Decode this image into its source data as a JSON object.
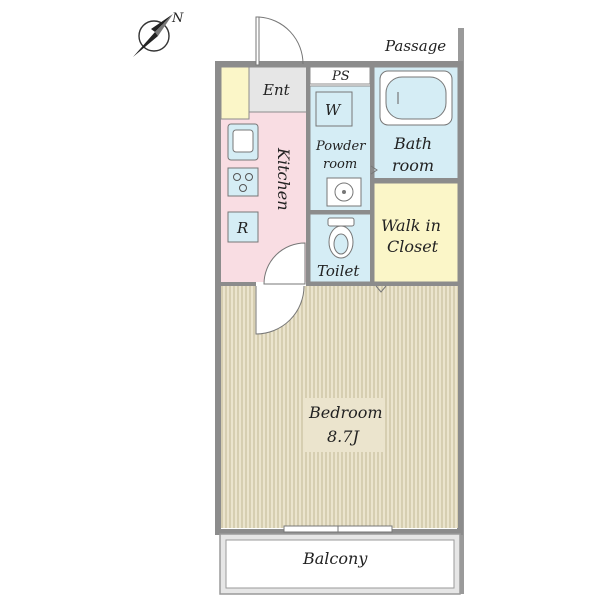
{
  "compass": {
    "label": "N"
  },
  "labels": {
    "passage": "Passage",
    "ent": "Ent",
    "ps": "PS",
    "washer": "W",
    "powder_room_line1": "Powder",
    "powder_room_line2": "room",
    "bath_line1": "Bath",
    "bath_line2": "room",
    "kitchen": "Kitchen",
    "refrigerator": "R",
    "toilet": "Toilet",
    "closet_line1": "Walk in",
    "closet_line2": "Closet",
    "bedroom": "Bedroom",
    "bedroom_size": "8.7J",
    "balcony": "Balcony"
  },
  "colors": {
    "kitchen": "#f9dde3",
    "wet_rooms": "#d5edf5",
    "storage": "#fbf6c8",
    "bedroom": "#ebe4cd",
    "grey": "#e6e6e6",
    "wall": "#8c8c8c"
  }
}
